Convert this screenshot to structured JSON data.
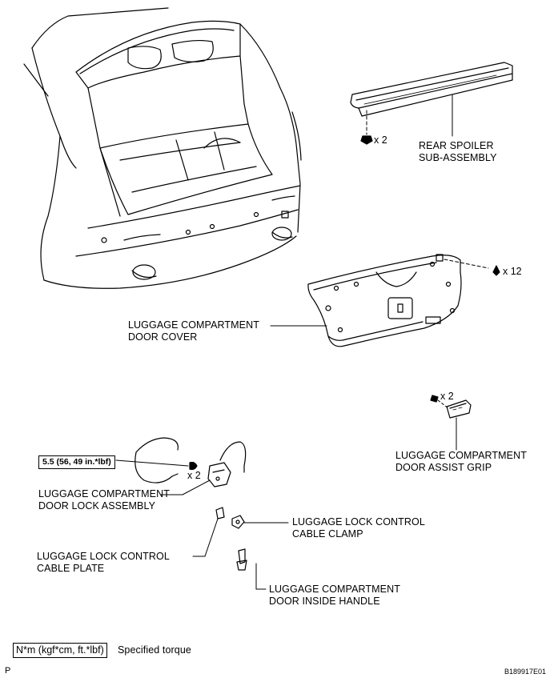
{
  "labels": {
    "rear_spoiler": [
      "REAR SPOILER",
      "SUB-ASSEMBLY"
    ],
    "door_cover": [
      "LUGGAGE COMPARTMENT",
      "DOOR COVER"
    ],
    "assist_grip": [
      "LUGGAGE COMPARTMENT",
      "DOOR ASSIST GRIP"
    ],
    "door_lock": [
      "LUGGAGE COMPARTMENT",
      "DOOR LOCK ASSEMBLY"
    ],
    "cable_clamp": [
      "LUGGAGE LOCK CONTROL",
      "CABLE CLAMP"
    ],
    "cable_plate": [
      "LUGGAGE LOCK CONTROL",
      "CABLE PLATE"
    ],
    "inside_handle": [
      "LUGGAGE COMPARTMENT",
      "DOOR INSIDE HANDLE"
    ]
  },
  "quantities": {
    "spoiler_nuts": "x 2",
    "cover_clips": "x 12",
    "grip_screws": "x 2",
    "lock_bolts": "x 2"
  },
  "torque_spec": "5.5 (56, 49 in.*lbf)",
  "legend": {
    "symbol": "N*m (kgf*cm, ft.*lbf)",
    "meaning": "Specified torque"
  },
  "footer": {
    "left_mark": "P",
    "figure_id": "B189917E01"
  }
}
